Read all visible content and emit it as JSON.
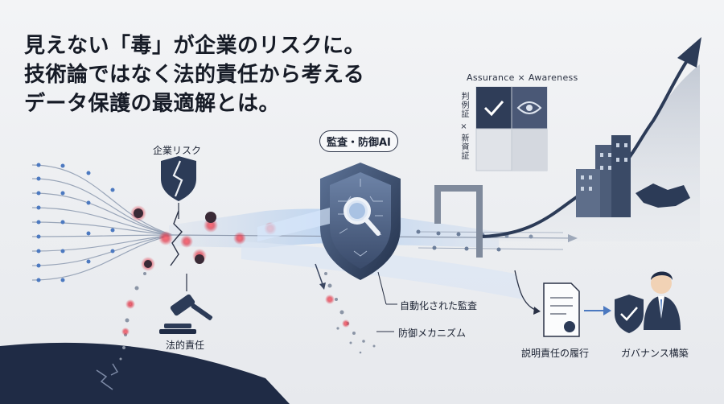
{
  "headline": {
    "line1": "見えない「毒」が企業のリスクに。",
    "line2": "技術論ではなく法的責任から考える",
    "line3": "データ保護の最適解とは。"
  },
  "labels": {
    "corporate_risk": "企業リスク",
    "legal_liability": "法的責任",
    "audit_badge": "監査・防御AI",
    "automated_audit": "自動化された監査",
    "defense_mechanism": "防御メカニズム",
    "accountability": "説明責任の履行",
    "governance": "ガバナンス構築",
    "matrix_title": "Assurance × Awareness",
    "matrix_side_1": "判例証",
    "matrix_cross": "×",
    "matrix_side_2": "新資証"
  },
  "colors": {
    "navy": "#2c3b57",
    "red_node": "#e0394a",
    "blue_node": "#4c79c0",
    "light_blue": "#9fc3ec"
  }
}
